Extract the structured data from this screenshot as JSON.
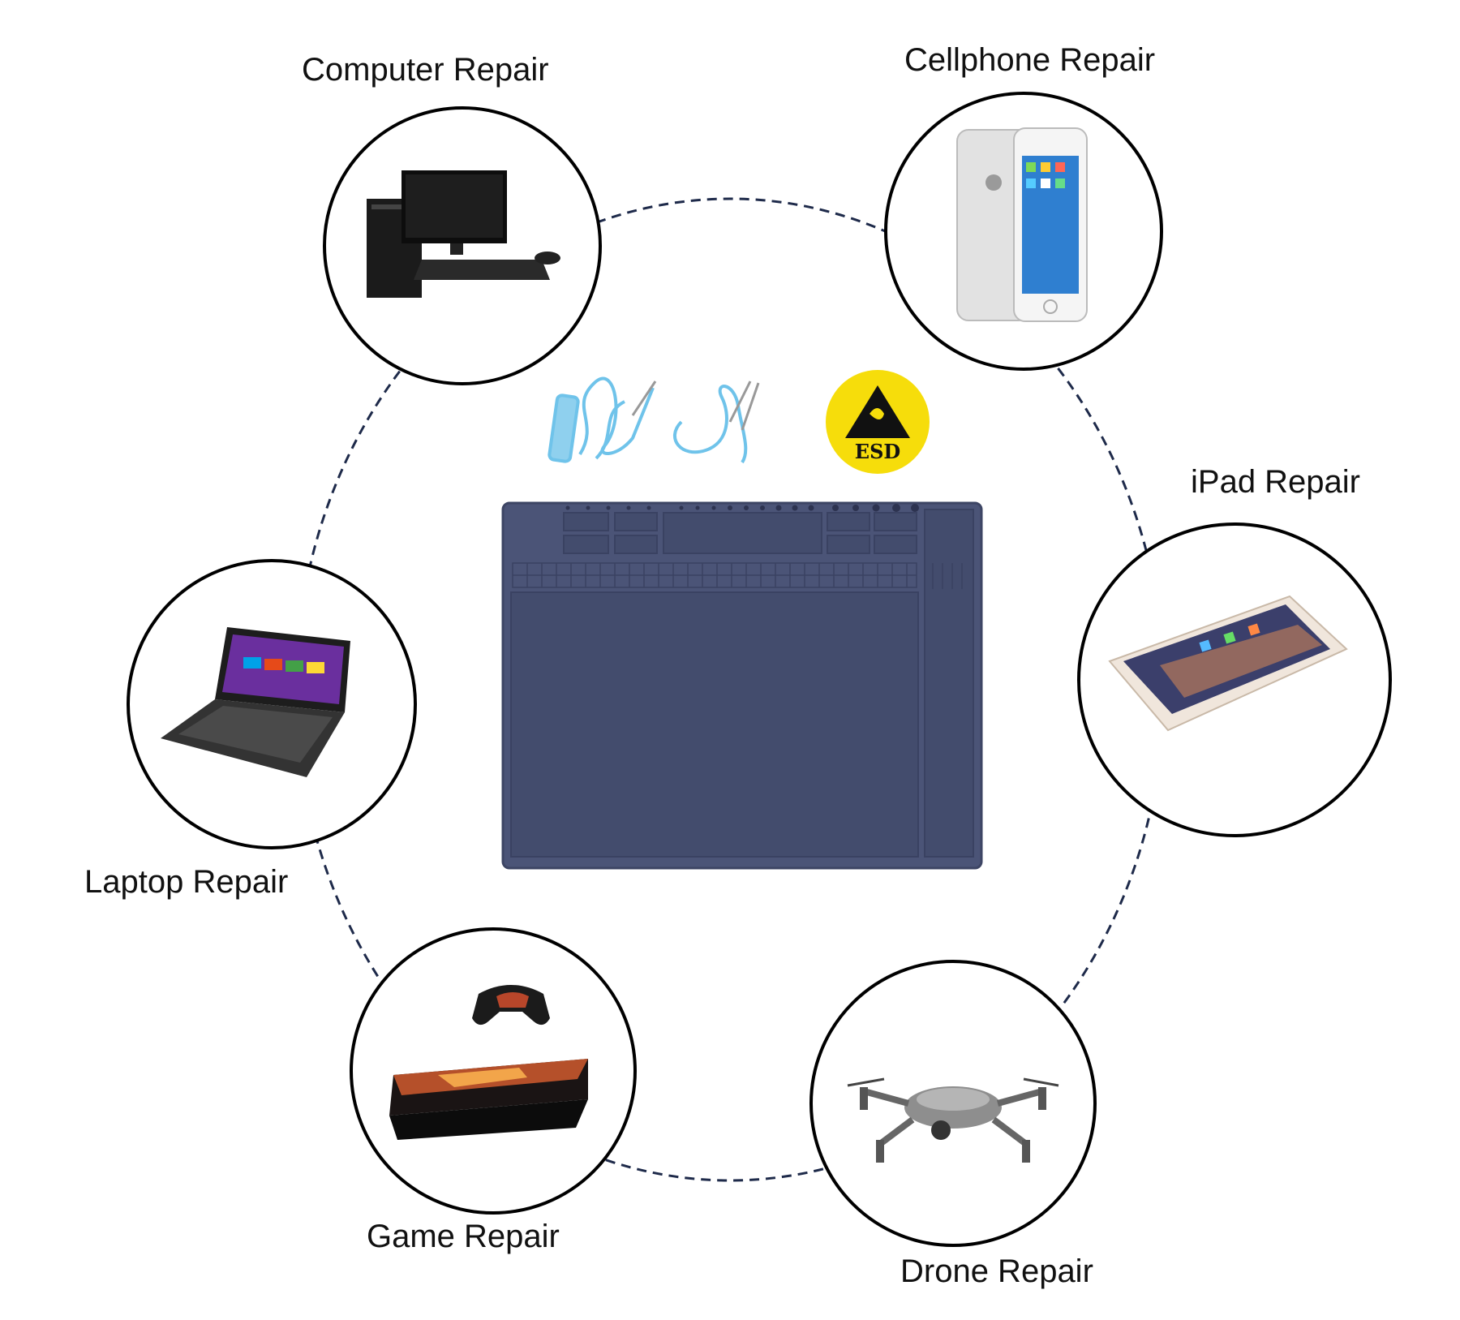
{
  "services": [
    {
      "id": "computer",
      "label": "Computer Repair",
      "icon": "desktop-computer-icon"
    },
    {
      "id": "cellphone",
      "label": "Cellphone Repair",
      "icon": "smartphone-icon"
    },
    {
      "id": "ipad",
      "label": "iPad Repair",
      "icon": "tablet-icon"
    },
    {
      "id": "laptop",
      "label": "Laptop Repair",
      "icon": "laptop-icon"
    },
    {
      "id": "game",
      "label": "Game Repair",
      "icon": "game-console-icon"
    },
    {
      "id": "drone",
      "label": "Drone Repair",
      "icon": "drone-icon"
    }
  ],
  "center": {
    "product": "repair-mat-icon",
    "accessories": [
      "antistatic-wrist-strap-icon",
      "grounding-cord-icon"
    ],
    "badge": {
      "text": "ESD",
      "color": "#f6dd0b",
      "icon": "esd-warning-icon"
    }
  },
  "colors": {
    "mat": "#4b5477",
    "mat_edge": "#3d4564",
    "strap": "#6fc3ea",
    "ring": "#000000",
    "dashed_path": "#1e2a4a"
  }
}
